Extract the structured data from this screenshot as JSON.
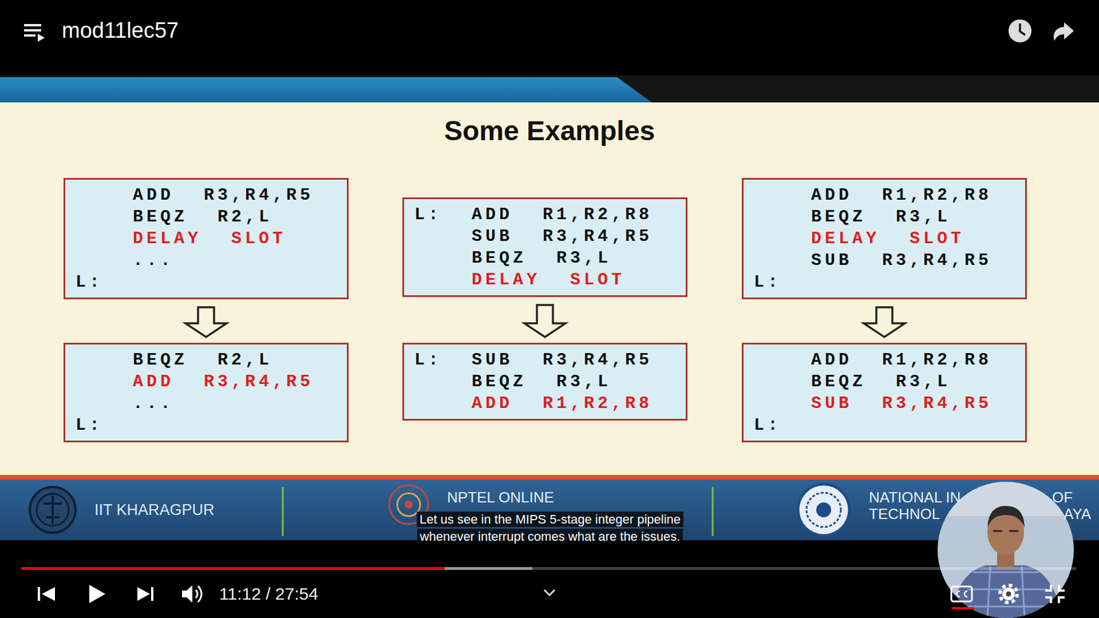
{
  "diagram": {
    "title": "Some Examples",
    "nodes": [
      {
        "text": [
          "ADD R3,R4,R5",
          "BEQZ R2,L",
          "DELAY SLOT",
          "...",
          "L:"
        ]
      },
      {
        "text": [
          "L:",
          "ADD R1,R2,R8",
          "SUB R3,R4,R5",
          "BEQZ R3,L",
          "DELAY SLOT"
        ]
      },
      {
        "text": [
          "ADD R1,R2,R8",
          "BEQZ R3,L",
          "DELAY SLOT",
          "SUB R3,R4,R5",
          "L:"
        ]
      },
      {
        "text": [
          "BEQZ R2,L",
          "ADD R3,R4,R5",
          "...",
          "L:"
        ]
      },
      {
        "text": [
          "L:",
          "SUB R3,R4,R5",
          "BEQZ R3,L",
          "ADD R1,R2,R8"
        ]
      },
      {
        "text": [
          "ADD R1,R2,R8",
          "BEQZ R3,L",
          "SUB R3,R4,R5",
          "L:"
        ]
      }
    ],
    "edges": [
      {
        "from": 0,
        "to": 3,
        "arrow": "to"
      },
      {
        "from": 1,
        "to": 4,
        "arrow": "to"
      },
      {
        "from": 2,
        "to": 5,
        "arrow": "to"
      }
    ],
    "labels": [
      "mod11lec57",
      "IIT KHARAGPUR",
      "NPTEL ONLINE",
      "NATIONAL IN",
      "OF",
      "TECHNOL",
      "AYA",
      "Let us see in the MIPS 5-stage integer pipeline whenever interrupt comes what are the issues.",
      "11:12 / 27:54"
    ]
  }
}
